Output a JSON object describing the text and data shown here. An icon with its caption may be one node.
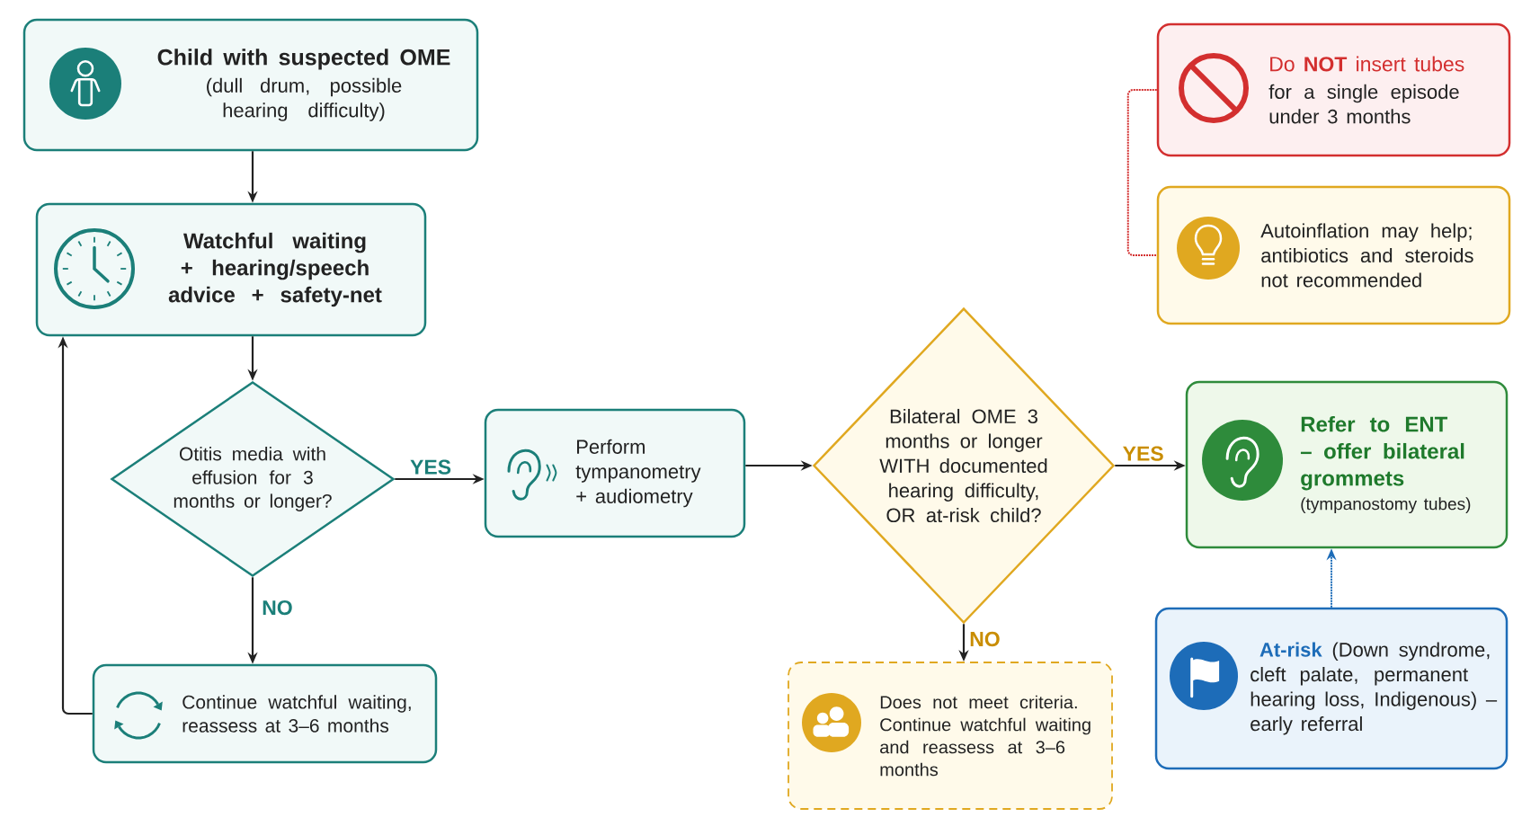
{
  "diagram": {
    "nodes": [
      {
        "text": [
          "Child with suspected OME",
          "(dull drum, possible hearing difficulty)"
        ]
      },
      {
        "text": [
          "Watchful waiting + hearing/speech advice + safety-net"
        ]
      },
      {
        "text": [
          "Otitis media with effusion for 3 months or longer?"
        ]
      },
      {
        "text": [
          "Perform tympanometry + audiometry"
        ]
      },
      {
        "text": [
          "Continue watchful waiting, reassess at 3–6 months"
        ]
      },
      {
        "text": [
          "Bilateral OME 3 months or longer WITH documented hearing difficulty, OR at-risk child?"
        ]
      },
      {
        "text": [
          "Does not meet criteria. Continue watchful waiting and reassess at 3–6 months"
        ]
      },
      {
        "text": [
          "Do **NOT** insert tubes",
          "for a single episode under 3 months"
        ]
      },
      {
        "text": [
          "Autoinflation may help; antibiotics and steroids not recommended"
        ]
      },
      {
        "text": [
          "Refer to ENT – offer bilateral grommets",
          "(tympanostomy tubes)"
        ]
      },
      {
        "text": [
          "**At-risk** (Down syndrome, cleft palate, permanent hearing loss, Indigenous) – early referral"
        ]
      }
    ],
    "edges": [
      {
        "from": 0,
        "to": 1,
        "arrow": "to"
      },
      {
        "from": 1,
        "to": 2,
        "arrow": "to"
      },
      {
        "from": 2,
        "to": 3,
        "arrow": "to",
        "label": "YES"
      },
      {
        "from": 2,
        "to": 4,
        "arrow": "to",
        "label": "NO"
      },
      {
        "from": 4,
        "to": 1,
        "arrow": "to"
      },
      {
        "from": 3,
        "to": 5,
        "arrow": "to"
      },
      {
        "from": 5,
        "to": 9,
        "arrow": "to",
        "label": "YES"
      },
      {
        "from": 5,
        "to": 6,
        "arrow": "to",
        "label": "NO"
      },
      {
        "from": 7,
        "to": 8,
        "arrow": "none",
        "style": "dashed",
        "color": "#d32f2f"
      },
      {
        "from": 10,
        "to": 9,
        "arrow": "to",
        "style": "dashed",
        "color": "#1d6cb8"
      }
    ]
  }
}
